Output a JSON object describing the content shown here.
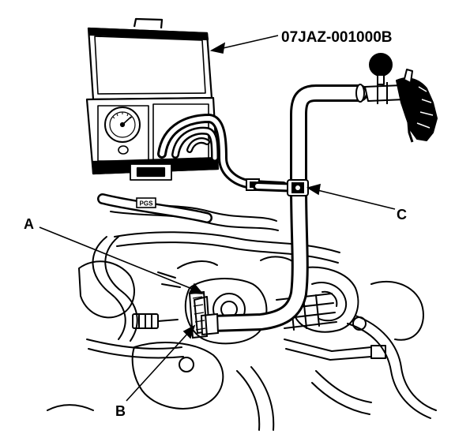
{
  "figure": {
    "tool_part_number": "07JAZ-001000B",
    "callouts": {
      "a": "A",
      "b": "B",
      "c": "C"
    },
    "hose_marking": "PGS"
  }
}
